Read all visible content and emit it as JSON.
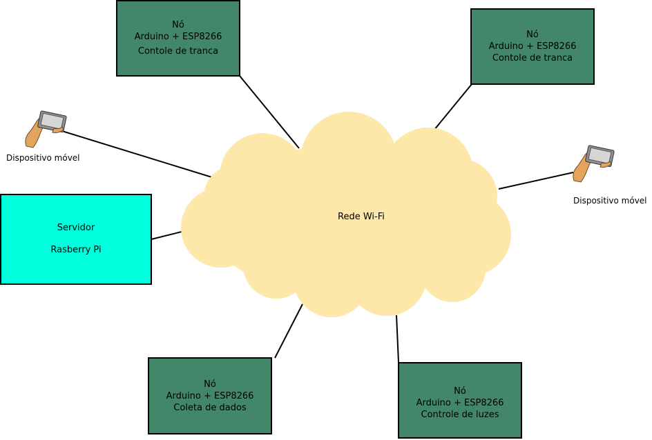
{
  "network": {
    "label": "Rede Wi-Fi"
  },
  "nodes": [
    {
      "title": "Nó",
      "hardware": "Arduino + ESP8266",
      "function": "Contole de tranca"
    },
    {
      "title": "Nó",
      "hardware": "Arduino + ESP8266",
      "function": "Contole de tranca"
    },
    {
      "title": "Nó",
      "hardware": "Arduino + ESP8266",
      "function": "Coleta de dados"
    },
    {
      "title": "Nó",
      "hardware": "Arduino + ESP8266",
      "function": "Controle de luzes"
    }
  ],
  "server": {
    "title": "Servidor",
    "subtitle": "Rasberry Pi"
  },
  "devices": [
    {
      "label": "Dispositivo móvel"
    },
    {
      "label": "Dispositivo móvel"
    }
  ],
  "colors": {
    "node_fill": "#42876a",
    "server_fill": "#00ffdd",
    "cloud_fill": "#fde7a9",
    "hand": "#e3a45e",
    "phone": "#9a9a9a"
  },
  "icons": [
    "handheld-device-icon",
    "handheld-device-icon"
  ]
}
